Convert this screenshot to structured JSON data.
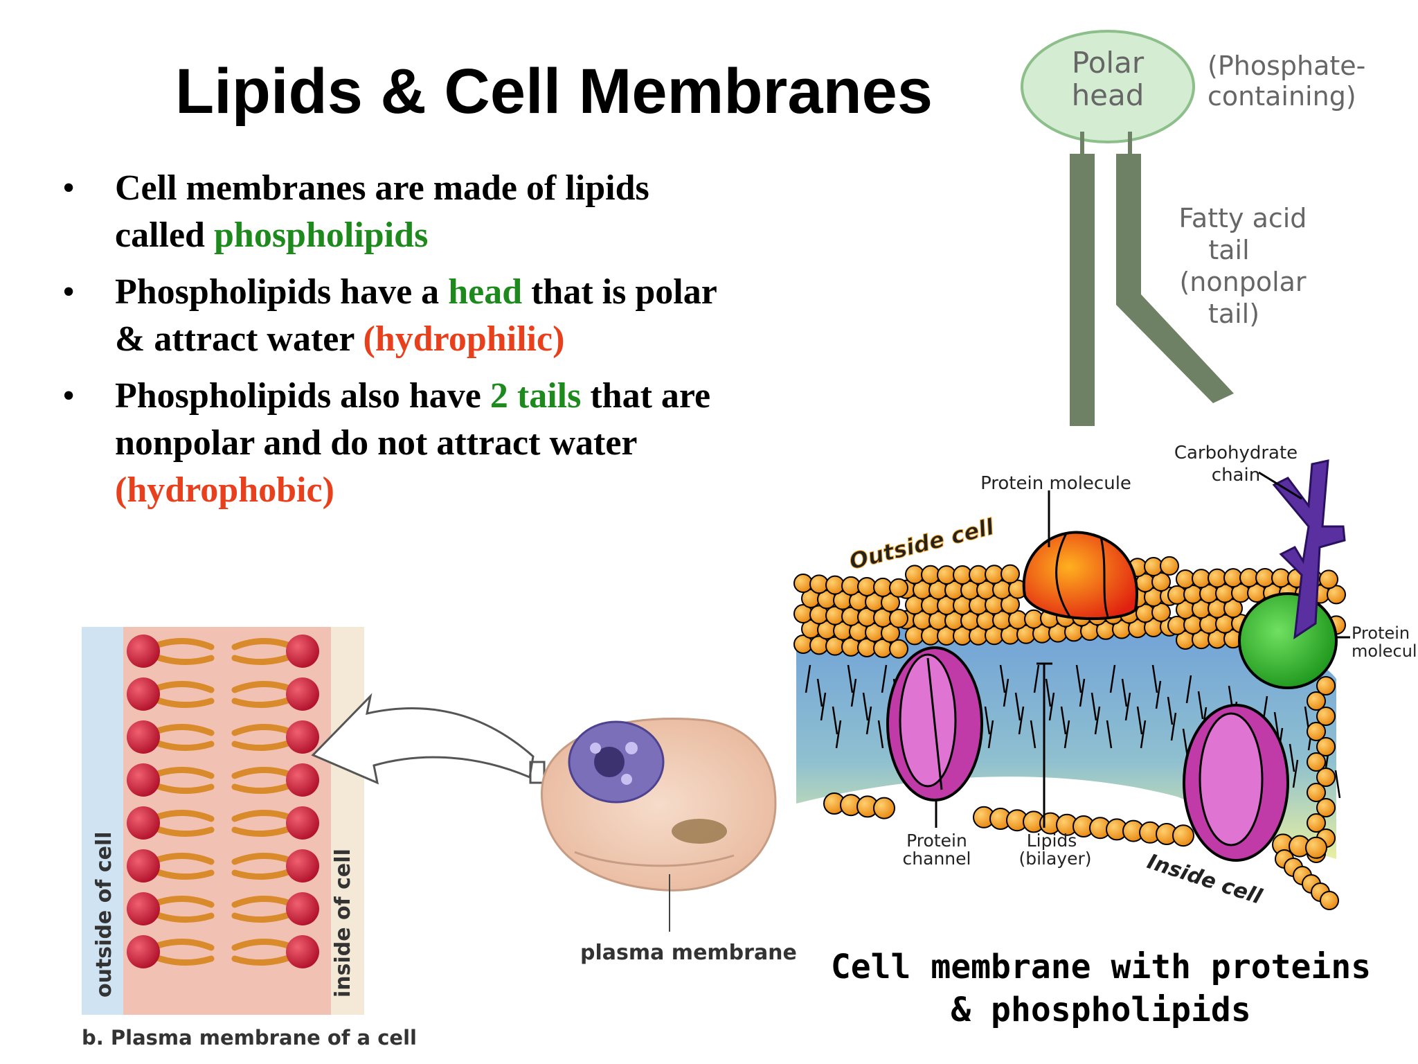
{
  "title": "Lipids & Cell Membranes",
  "bullets": [
    {
      "parts": [
        {
          "t": "Cell membranes are made of lipids called ",
          "c": ""
        },
        {
          "t": "phospholipids",
          "c": "g"
        }
      ]
    },
    {
      "parts": [
        {
          "t": "Phospholipids have a ",
          "c": ""
        },
        {
          "t": "head",
          "c": "g"
        },
        {
          "t": " that is polar & attract water ",
          "c": ""
        },
        {
          "t": "(hydrophilic)",
          "c": "r"
        }
      ]
    },
    {
      "parts": [
        {
          "t": "Phospholipids also have ",
          "c": ""
        },
        {
          "t": "2 tails",
          "c": "g"
        },
        {
          "t": " that are nonpolar and do not attract water ",
          "c": ""
        },
        {
          "t": "(hydrophobic)",
          "c": "r"
        }
      ]
    }
  ],
  "phospholipid": {
    "head_line1": "Polar",
    "head_line2": "head",
    "head_note1": "(Phosphate-",
    "head_note2": "containing)",
    "tail_1": "Fatty acid",
    "tail_2": "tail",
    "tail_3": "(nonpolar",
    "tail_4": "tail)"
  },
  "membrane": {
    "carb_1": "Carbohydrate",
    "carb_2": "chain",
    "protein_top": "Protein molecule",
    "outside": "Outside cell",
    "protein_right_1": "Protein",
    "protein_right_2": "molecule",
    "channel_1": "Protein",
    "channel_2": "channel",
    "lipids_1": "Lipids",
    "lipids_2": "(bilayer)",
    "inside": "Inside cell",
    "caption": "Cell membrane with proteins & phospholipids"
  },
  "plasma": {
    "outside": "outside of cell",
    "inside": "inside of cell",
    "plasma_label": "plasma membrane",
    "caption": "b. Plasma membrane of a cell"
  },
  "colors": {
    "green_text": "#1e8a1e",
    "red_text": "#e8401c",
    "head_fill": "#d4ecd2",
    "tail_fill": "#6f8165",
    "lipid_orange": "#f7a21c",
    "protein_purple": "#c03aa8",
    "protein_green": "#2fa82a",
    "carb_purple": "#5a2fa0"
  }
}
